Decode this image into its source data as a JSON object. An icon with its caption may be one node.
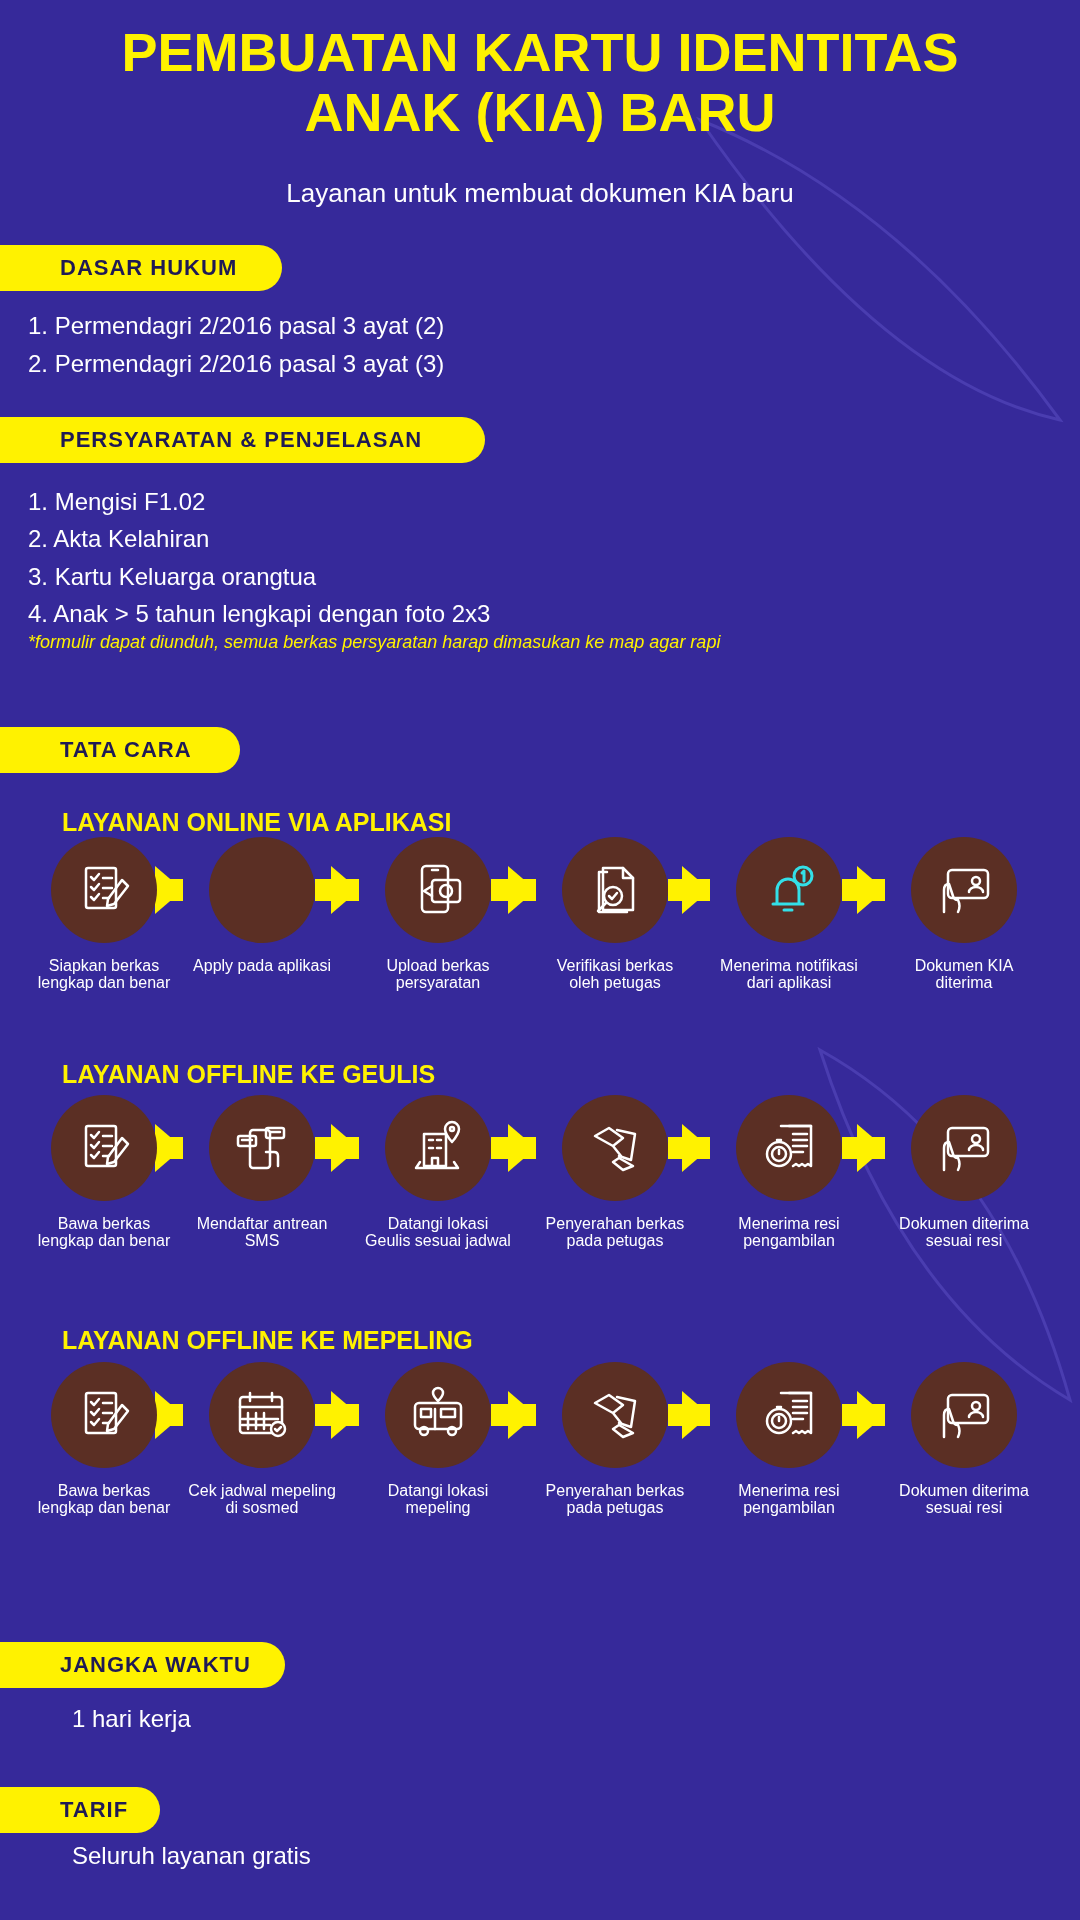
{
  "diagram": {
    "title": "PEMBUATAN KARTU IDENTITAS ANAK (KIA) BARU",
    "nodes": [
      {
        "text": [
          "DASAR HUKUM"
        ]
      },
      {
        "text": [
          "PERSYARATAN & PENJELASAN"
        ]
      },
      {
        "text": [
          "TATA CARA"
        ]
      },
      {
        "text": [],
        "shape": "circle",
        "beside": [
          "Siapkan berkas lengkap dan benar"
        ]
      },
      {
        "text": [],
        "shape": "circle",
        "beside": [
          "Apply pada aplikasi"
        ]
      },
      {
        "text": [],
        "shape": "circle",
        "beside": [
          "Upload berkas persyaratan"
        ]
      },
      {
        "text": [],
        "shape": "circle",
        "beside": [
          "Verifikasi berkas oleh petugas"
        ]
      },
      {
        "text": [],
        "shape": "circle",
        "beside": [
          "Menerima notifikasi dari aplikasi"
        ]
      },
      {
        "text": [],
        "shape": "circle",
        "beside": [
          "Dokumen KIA diterima"
        ]
      },
      {
        "text": [],
        "shape": "circle",
        "beside": [
          "Bawa berkas lengkap dan benar"
        ]
      },
      {
        "text": [],
        "shape": "circle",
        "beside": [
          "Mendaftar antrean SMS"
        ]
      },
      {
        "text": [],
        "shape": "circle",
        "beside": [
          "Datangi lokasi Geulis sesuai jadwal"
        ]
      },
      {
        "text": [],
        "shape": "circle",
        "beside": [
          "Penyerahan berkas pada petugas"
        ]
      },
      {
        "text": [],
        "shape": "circle",
        "beside": [
          "Menerima resi pengambilan"
        ]
      },
      {
        "text": [],
        "shape": "circle",
        "beside": [
          "Dokumen diterima sesuai resi"
        ]
      },
      {
        "text": [],
        "shape": "circle",
        "beside": [
          "Bawa berkas lengkap dan benar"
        ]
      },
      {
        "text": [],
        "shape": "circle",
        "beside": [
          "Cek jadwal mepeling di sosmed"
        ]
      },
      {
        "text": [],
        "shape": "circle",
        "beside": [
          "Datangi lokasi mepeling"
        ]
      },
      {
        "text": [],
        "shape": "circle",
        "beside": [
          "Penyerahan berkas pada petugas"
        ]
      },
      {
        "text": [],
        "shape": "circle",
        "beside": [
          "Menerima resi pengambilan"
        ]
      },
      {
        "text": [],
        "shape": "circle",
        "beside": [
          "Dokumen diterima sesuai resi"
        ]
      },
      {
        "text": [
          "JANGKA WAKTU"
        ]
      },
      {
        "text": [
          "TARIF"
        ]
      }
    ],
    "edges": [
      {
        "from": 3,
        "to": 4,
        "arrow": "to"
      },
      {
        "from": 4,
        "to": 5,
        "arrow": "to"
      },
      {
        "from": 5,
        "to": 6,
        "arrow": "to"
      },
      {
        "from": 6,
        "to": 7,
        "arrow": "to"
      },
      {
        "from": 7,
        "to": 8,
        "arrow": "to"
      },
      {
        "from": 9,
        "to": 10,
        "arrow": "to"
      },
      {
        "from": 10,
        "to": 11,
        "arrow": "to"
      },
      {
        "from": 11,
        "to": 12,
        "arrow": "to"
      },
      {
        "from": 12,
        "to": 13,
        "arrow": "to"
      },
      {
        "from": 13,
        "to": 14,
        "arrow": "to"
      },
      {
        "from": 15,
        "to": 16,
        "arrow": "to"
      },
      {
        "from": 16,
        "to": 17,
        "arrow": "to"
      },
      {
        "from": 17,
        "to": 18,
        "arrow": "to"
      },
      {
        "from": 18,
        "to": 19,
        "arrow": "to"
      },
      {
        "from": 19,
        "to": 20,
        "arrow": "to"
      }
    ],
    "labels": [
      "Layanan untuk membuat dokumen KIA baru",
      "1. Permendagri 2/2016 pasal 3 ayat (2)",
      "2. Permendagri 2/2016 pasal 3 ayat (3)",
      "1. Mengisi F1.02",
      "2. Akta Kelahiran",
      "3. Kartu Keluarga orangtua",
      "4. Anak > 5 tahun lengkapi dengan foto 2x3",
      "*formulir dapat diunduh, semua berkas persyaratan harap dimasukan ke map agar rapi",
      "LAYANAN ONLINE VIA APLIKASI",
      "LAYANAN OFFLINE KE GEULIS",
      "LAYANAN OFFLINE KE MEPELING",
      "1 hari kerja",
      "Seluruh layanan gratis"
    ]
  }
}
